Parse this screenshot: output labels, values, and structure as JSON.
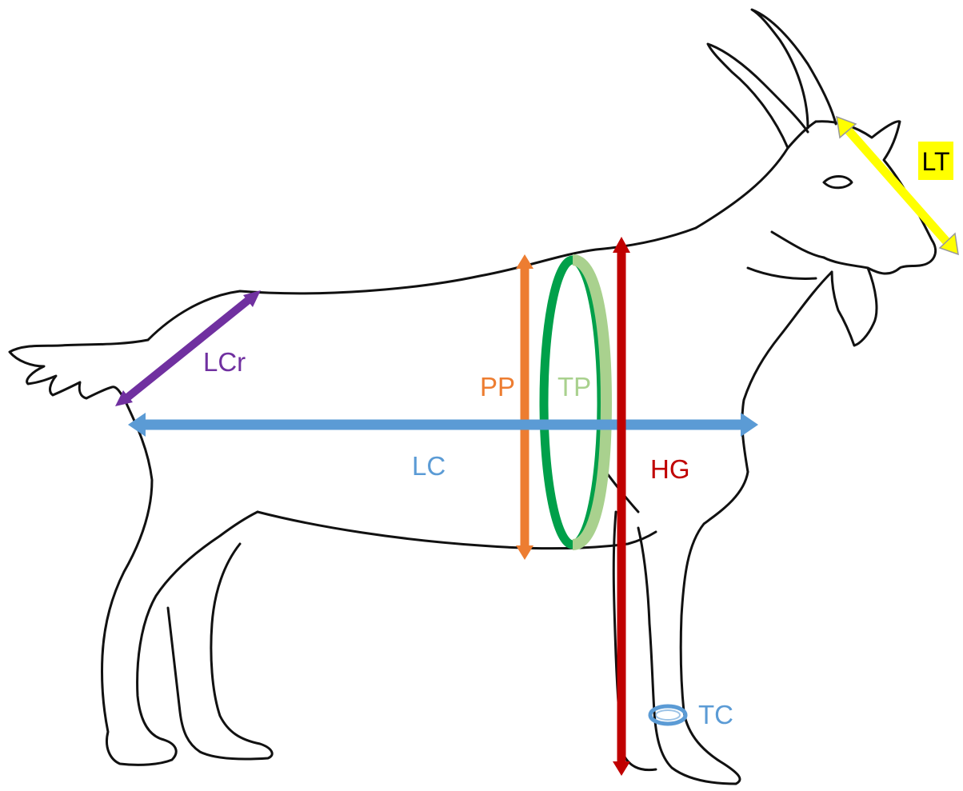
{
  "labels": {
    "lt": "LT",
    "lcr": "LCr",
    "pp": "PP",
    "tp": "TP",
    "lc": "LC",
    "hg": "HG",
    "tc": "TC"
  },
  "colors": {
    "outline": "#111111",
    "lt": "#ffff00",
    "lt_label_bg": "#ffff00",
    "lcr": "#7030a0",
    "pp": "#ed7d31",
    "tp_dark": "#00a04a",
    "tp_light": "#a9d18e",
    "lc": "#5b9bd5",
    "hg": "#c00000",
    "tc": "#5b9bd5"
  }
}
